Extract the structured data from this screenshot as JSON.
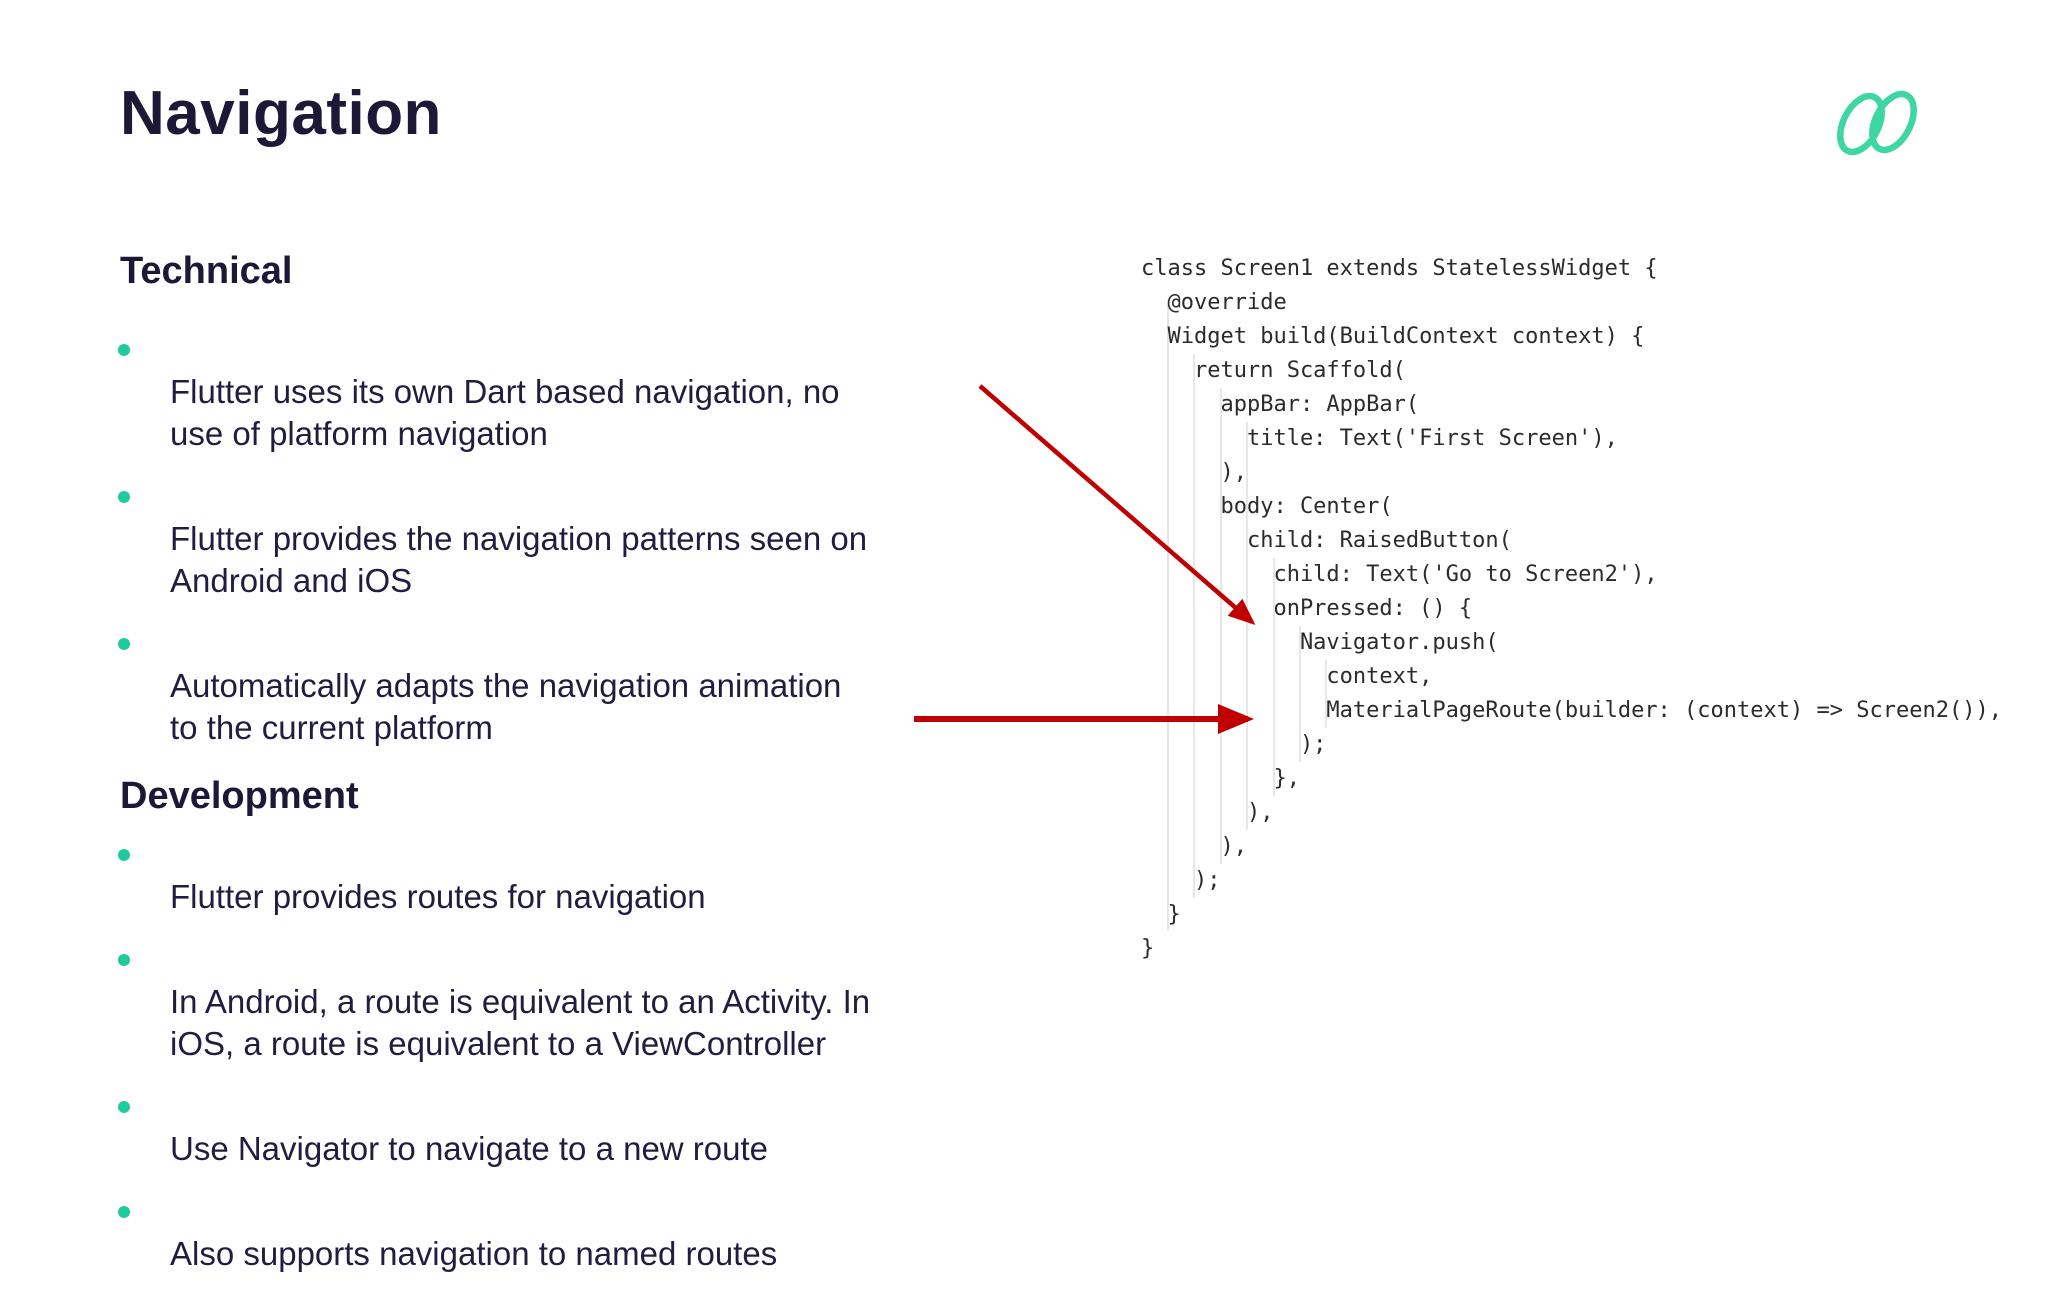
{
  "title": "Navigation",
  "colors": {
    "text_navy": "#1d1836",
    "bullet_teal": "#1fca9c",
    "logo_teal": "#3ed6a1",
    "arrow_red": "#c00000",
    "code_gray": "#2b2b2b"
  },
  "sections": [
    {
      "heading": "Technical",
      "bullets": [
        "Flutter uses its own Dart based navigation, no\nuse of platform navigation",
        "Flutter provides the navigation patterns seen on\nAndroid and iOS",
        "Automatically adapts the navigation animation\nto the current platform"
      ]
    },
    {
      "heading": "Development",
      "bullets": [
        "Flutter provides routes for navigation",
        "In Android, a route is equivalent to an Activity. In\niOS, a route is equivalent to a ViewController",
        "Use Navigator to navigate to a new route",
        "Also supports navigation to named routes"
      ]
    }
  ],
  "code": {
    "lines": [
      "class Screen1 extends StatelessWidget {",
      "  @override",
      "  Widget build(BuildContext context) {",
      "    return Scaffold(",
      "      appBar: AppBar(",
      "        title: Text('First Screen'),",
      "      ),",
      "      body: Center(",
      "        child: RaisedButton(",
      "          child: Text('Go to Screen2'),",
      "          onPressed: () {",
      "            Navigator.push(",
      "              context,",
      "              MaterialPageRoute(builder: (context) => Screen2()),",
      "            );",
      "          },",
      "        ),",
      "      ),",
      "    );",
      "  }",
      "}"
    ]
  }
}
